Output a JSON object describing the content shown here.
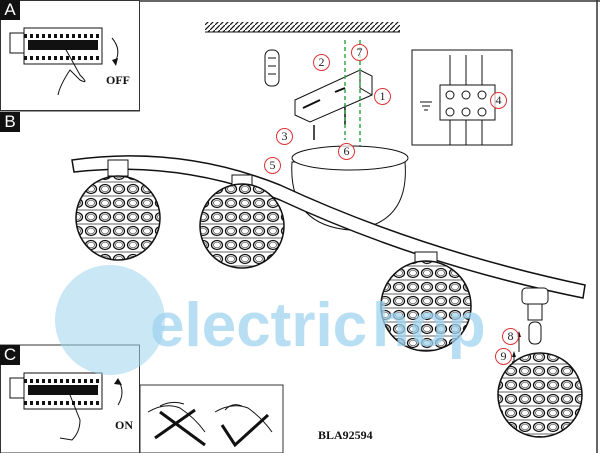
{
  "sections": {
    "a": "A",
    "b": "B",
    "c": "C"
  },
  "switch_off_label": "OFF",
  "switch_on_label": "ON",
  "model_code": "BLA92594",
  "steps": [
    "1",
    "2",
    "3",
    "4",
    "5",
    "6",
    "7",
    "8",
    "9"
  ],
  "watermark": {
    "left": "electric",
    "right": "hop"
  },
  "colors": {
    "step_circle": "#dd3333",
    "watermark": "#9fd3ee",
    "ground_wire": "#33aa44"
  }
}
